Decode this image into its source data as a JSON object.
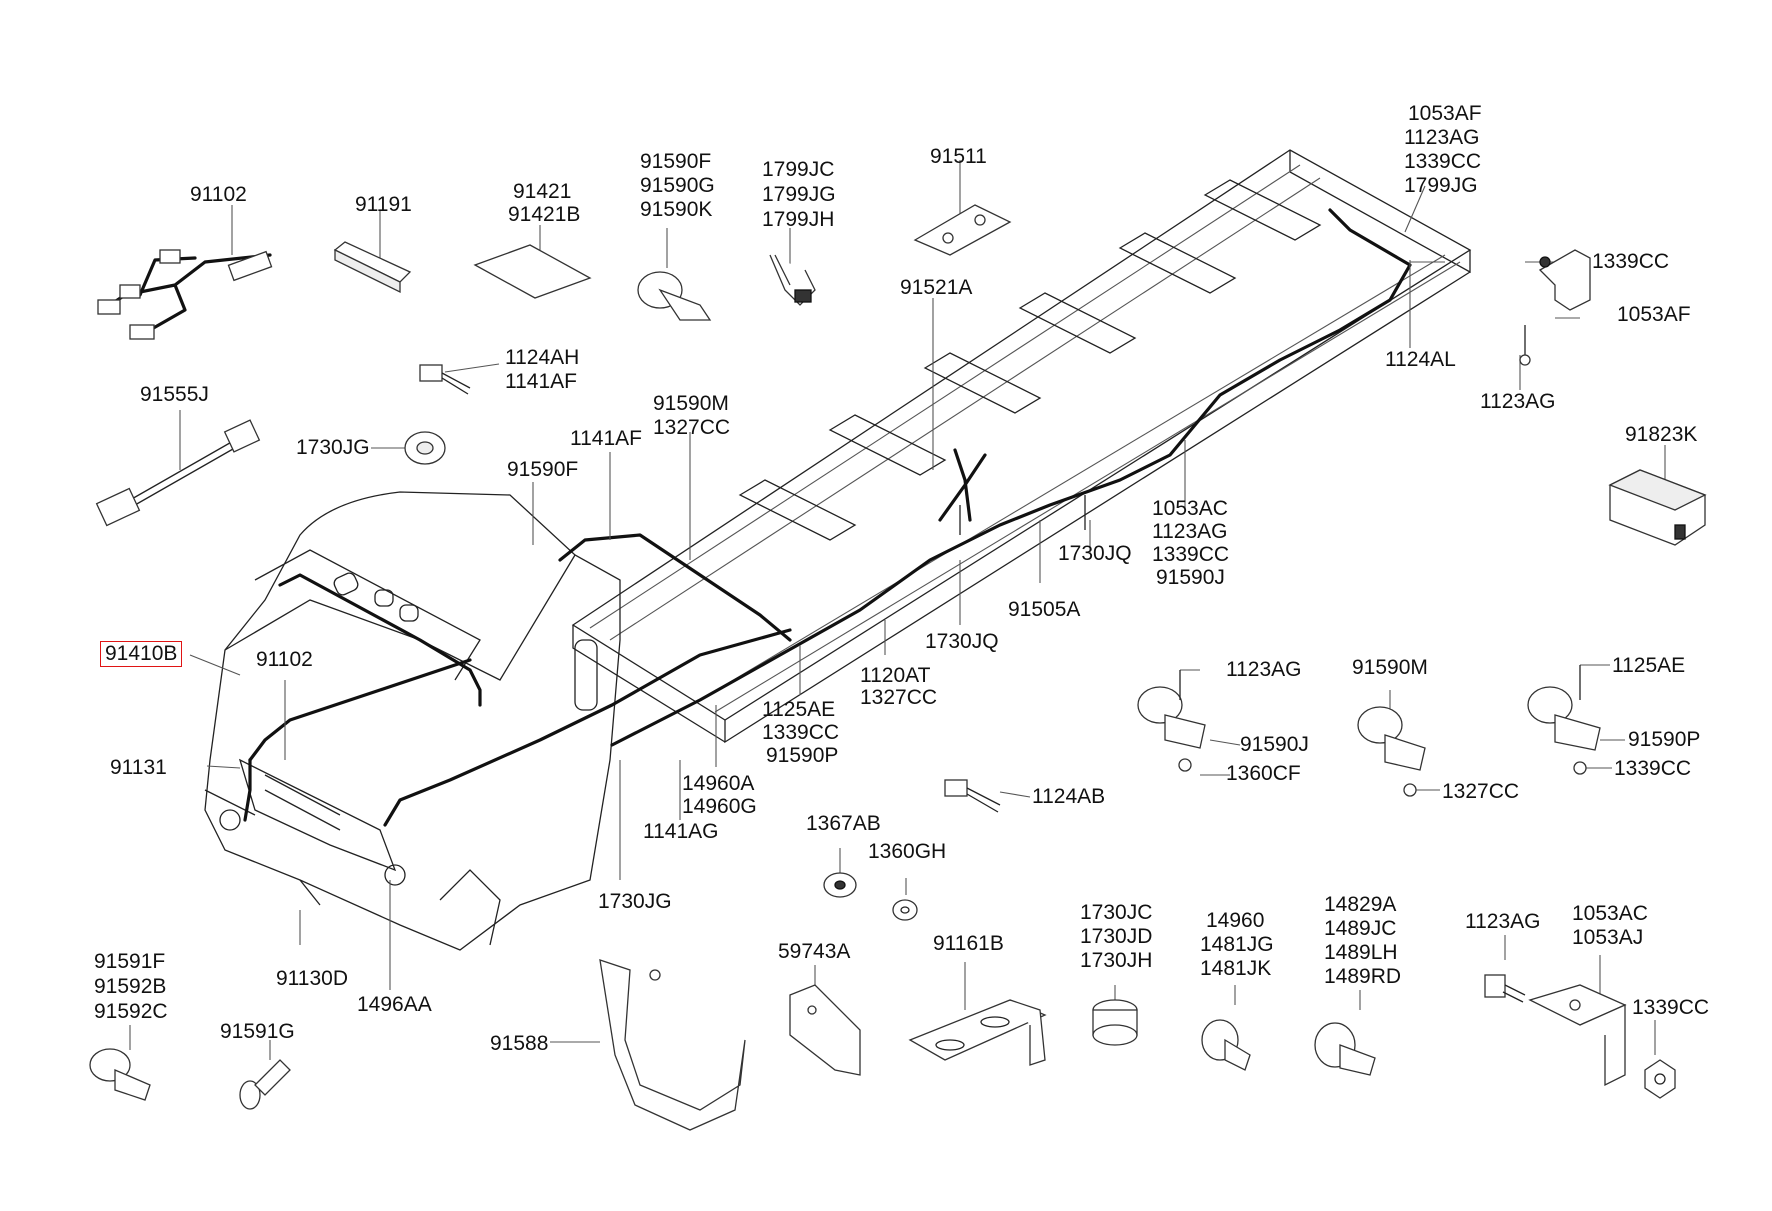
{
  "labels": {
    "l91102_top": "91102",
    "l91191": "91191",
    "l91421": "91421",
    "l91421b": "91421B",
    "l91590f_top": "91590F",
    "l91590g_top": "91590G",
    "l91590k_top": "91590K",
    "l1799jc": "1799JC",
    "l1799jg": "1799JG",
    "l1799jh": "1799JH",
    "l91511": "91511",
    "l1053af_a": "1053AF",
    "l1123ag_a": "1123AG",
    "l1339cc_a": "1339CC",
    "l1799jg_b": "1799JG",
    "l1339cc_b": "1339CC",
    "l1053af_b": "1053AF",
    "l1124al": "1124AL",
    "l1123ag_b": "1123AG",
    "l91823k": "91823K",
    "l1124ah": "1124AH",
    "l1141af_a": "1141AF",
    "l91555j": "91555J",
    "l91521a": "91521A",
    "l1730jg_a": "1730JG",
    "l91590m_a": "91590M",
    "l1327cc_a": "1327CC",
    "l1141af_b": "1141AF",
    "l91590f_b": "91590F",
    "l1053ac_a": "1053AC",
    "l1123ag_c": "1123AG",
    "l1339cc_c": "1339CC",
    "l91590j_a": "91590J",
    "l1730jq_a": "1730JQ",
    "l91505a": "91505A",
    "l91410b": "91410B",
    "l91102_b": "91102",
    "l1730jq_b": "1730JQ",
    "l1120at": "1120AT",
    "l1327cc_b": "1327CC",
    "l1125ae_a": "1125AE",
    "l1339cc_d": "1339CC",
    "l91590p_a": "91590P",
    "l91131": "91131",
    "l14960a": "14960A",
    "l14960g": "14960G",
    "l1141ag": "1141AG",
    "l1730jg_b": "1730JG",
    "l91130d": "91130D",
    "l1496aa": "1496AA",
    "l1123ag_d": "1123AG",
    "l91590j_b": "91590J",
    "l1360cf": "1360CF",
    "l91590m_b": "91590M",
    "l1327cc_c": "1327CC",
    "l1125ae_b": "1125AE",
    "l91590p_b": "91590P",
    "l1339cc_e": "1339CC",
    "l1124ab": "1124AB",
    "l1367ab": "1367AB",
    "l1360gh": "1360GH",
    "l91591f": "91591F",
    "l91592b": "91592B",
    "l91592c": "91592C",
    "l91591g": "91591G",
    "l91588": "91588",
    "l59743a": "59743A",
    "l91161b": "91161B",
    "l1730jc": "1730JC",
    "l1730jd": "1730JD",
    "l1730jh": "1730JH",
    "l14960": "14960",
    "l1481jg": "1481JG",
    "l1481jk": "1481JK",
    "l14829a": "14829A",
    "l1489jc": "1489JC",
    "l1489lh": "1489LH",
    "l1489rd": "1489RD",
    "l1123ag_e": "1123AG",
    "l1053ac_b": "1053AC",
    "l1053aj": "1053AJ",
    "l1339cc_f": "1339CC"
  },
  "highlight_color": "#e01414"
}
